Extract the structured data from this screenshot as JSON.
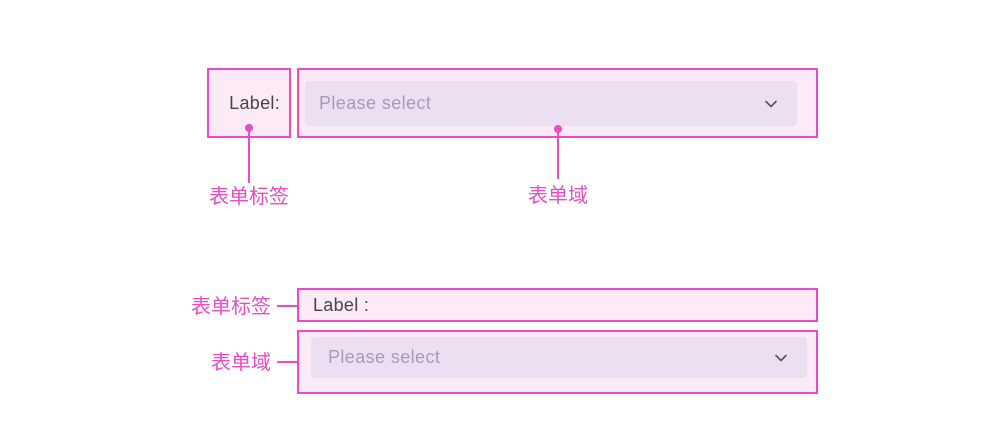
{
  "diagram": {
    "horizontal_form": {
      "label_text": "Label:",
      "select_placeholder": "Please select",
      "label_annotation": "表单标签",
      "field_annotation": "表单域"
    },
    "vertical_form": {
      "label_text": "Label :",
      "select_placeholder": "Please select",
      "label_annotation": "表单标签",
      "field_annotation": "表单域"
    },
    "icons": {
      "select_arrow": "chevron-down-icon"
    },
    "colors": {
      "annotation_pink": "#ea4cc6",
      "box_fill": "#fcebf6",
      "select_fill": "#ecdff1",
      "label_text": "#47434d",
      "placeholder_text": "#a79cb2",
      "chevron": "#5b5564",
      "background": "#ffffff"
    }
  }
}
